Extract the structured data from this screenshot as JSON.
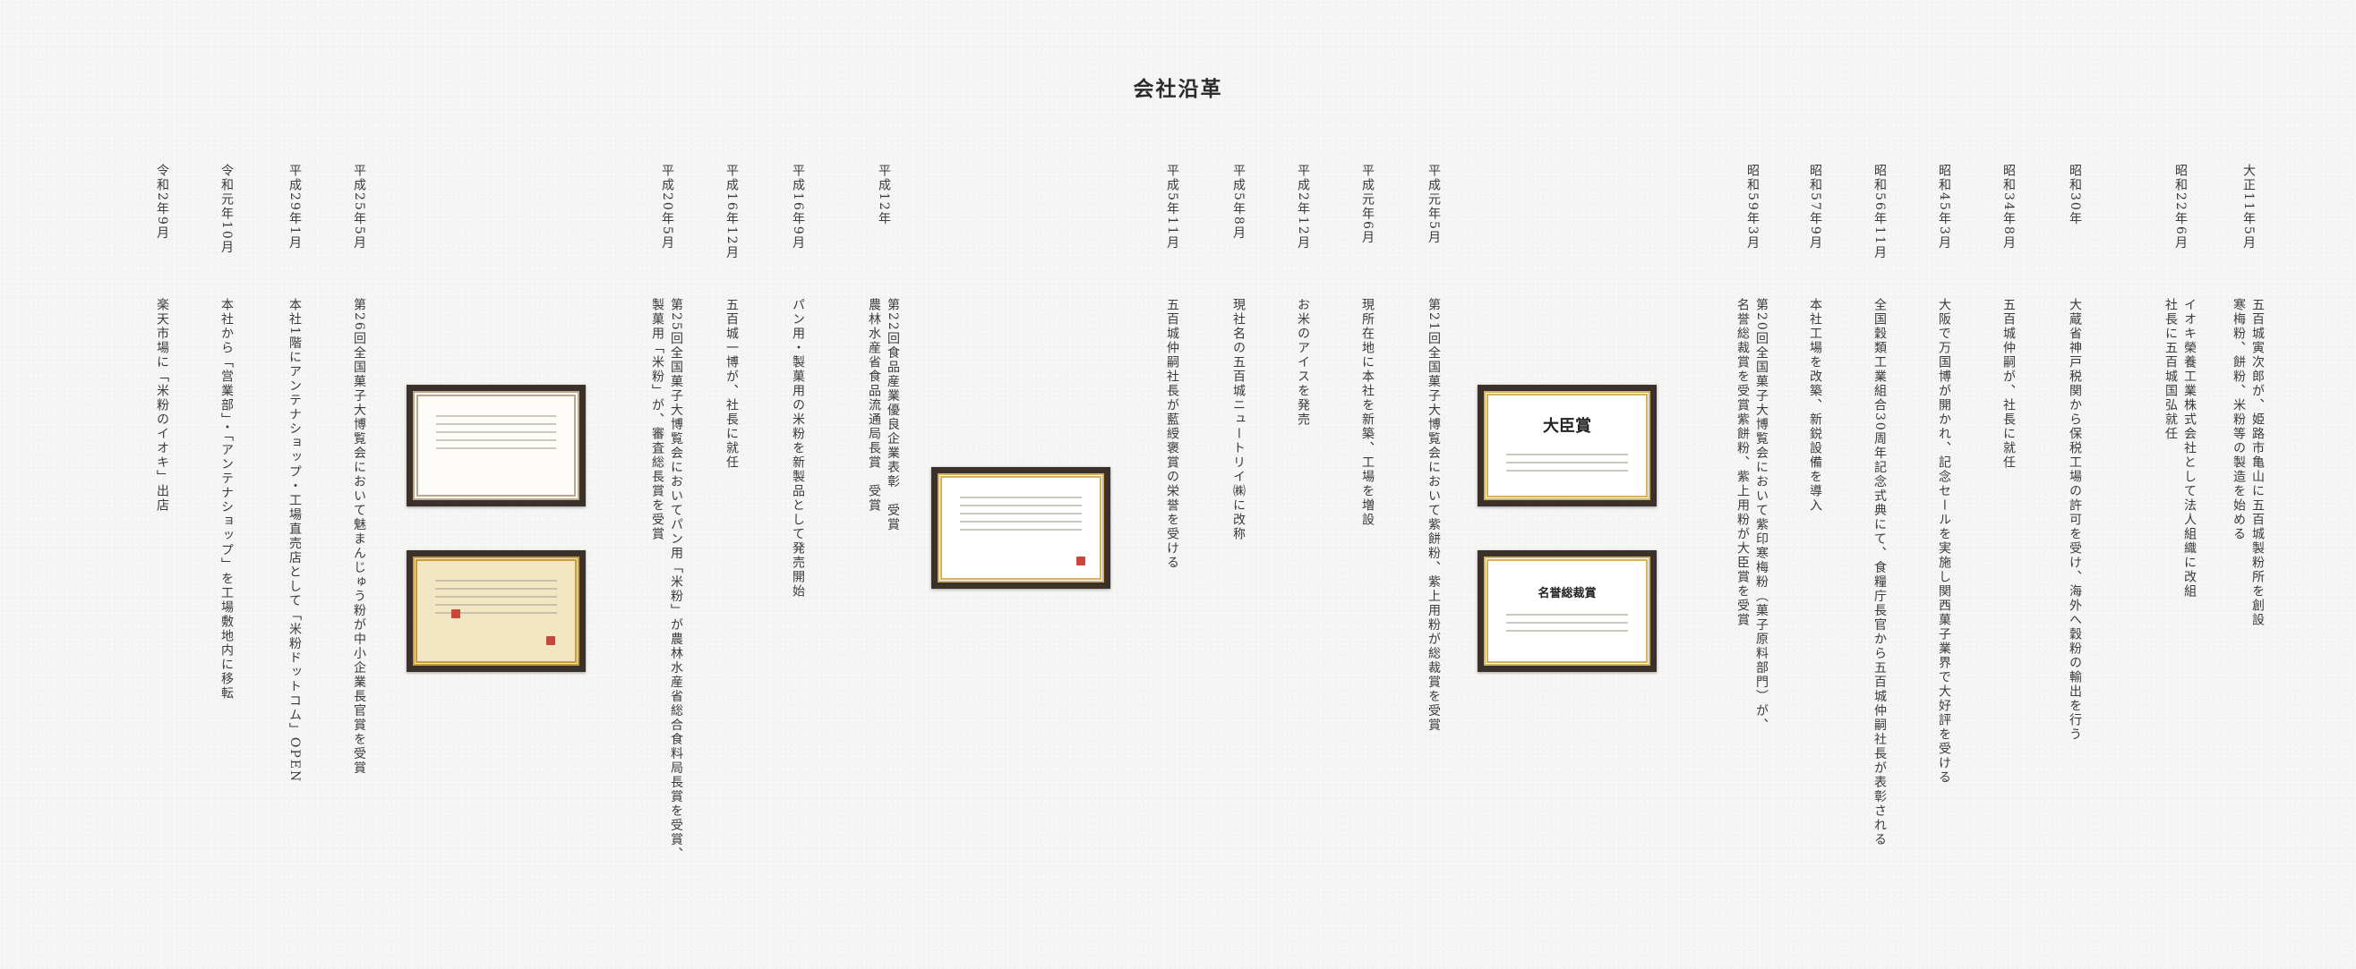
{
  "page": {
    "title": "会社沿革"
  },
  "timeline": [
    {
      "date": "大正11年5月",
      "text": [
        "五百城寅次郎が、姫路市亀山に五百城製粉所を創設",
        "寒梅粉、餅粉、米粉等の製造を始める"
      ]
    },
    {
      "date": "昭和22年6月",
      "text": [
        "イオキ榮養工業株式会社として法人組織に改組",
        "社長に五百城国弘就任"
      ]
    },
    {
      "date": "昭和30年",
      "text": [
        "大蔵省神戸税関から保税工場の許可を受け、海外へ穀粉の輸出を行う"
      ]
    },
    {
      "date": "昭和34年8月",
      "text": [
        "五百城仲嗣が、社長に就任"
      ]
    },
    {
      "date": "昭和45年3月",
      "text": [
        "大阪で万国博が開かれ、記念セールを実施し関西菓子業界で大好評を受ける"
      ]
    },
    {
      "date": "昭和56年11月",
      "text": [
        "全国穀類工業組合30周年記念式典にて、食糧庁長官から五百城仲嗣社長が表彰される"
      ]
    },
    {
      "date": "昭和57年9月",
      "text": [
        "本社工場を改築、新鋭設備を導入"
      ]
    },
    {
      "date": "昭和59年3月",
      "text": [
        "第20回全国菓子大博覧会において紫印寒梅粉（菓子原料部門）が、",
        "名誉総裁賞を受賞紫餅粉、紫上用粉が大臣賞を受賞"
      ]
    },
    {
      "date": "平成元年5月",
      "text": [
        "第21回全国菓子大博覧会において紫餅粉、紫上用粉が総裁賞を受賞"
      ]
    },
    {
      "date": "平成元年6月",
      "text": [
        "現所在地に本社を新築、工場を増設"
      ]
    },
    {
      "date": "平成2年12月",
      "text": [
        "お米のアイスを発売"
      ]
    },
    {
      "date": "平成5年8月",
      "text": [
        "現社名の五百城ニュートリイ㈱に改称"
      ]
    },
    {
      "date": "平成5年11月",
      "text": [
        "五百城仲嗣社長が藍綬褒賞の栄誉を受ける"
      ]
    },
    {
      "date": "平成12年",
      "text": [
        "第22回食品産業優良企業表彰　受賞",
        "農林水産省食品流通局長賞　受賞"
      ]
    },
    {
      "date": "平成16年9月",
      "text": [
        "パン用・製菓用の米粉を新製品として発売開始"
      ]
    },
    {
      "date": "平成16年12月",
      "text": [
        "五百城一博が、社長に就任"
      ]
    },
    {
      "date": "平成20年5月",
      "text": [
        "第25回全国菓子大博覧会においてパン用「米粉」が農林水産省総合食料局長賞を受賞、",
        "製菓用「米粉」が、審査総長賞を受賞"
      ]
    },
    {
      "date": "平成25年5月",
      "text": [
        "第26回全国菓子大博覧会において魅まんじゅう粉が中小企業長官賞を受賞"
      ]
    },
    {
      "date": "平成29年1月",
      "text": [
        "本社1階にアンテナショップ・工場直売店として「米粉ドットコム」OPEN"
      ]
    },
    {
      "date": "令和元年10月",
      "text": [
        "本社から「営業部」・「アンテナショップ」を工場敷地内に移転"
      ]
    },
    {
      "date": "令和2年9月",
      "text": [
        "楽天市場に「米粉のイオキ」出店"
      ]
    }
  ],
  "certificates": [
    {
      "name": "daijin-award",
      "heading": "大臣賞"
    },
    {
      "name": "meiyo-award",
      "heading": "名誉総裁賞"
    },
    {
      "name": "center-award",
      "heading": ""
    },
    {
      "name": "left-top-award",
      "heading": ""
    },
    {
      "name": "left-bottom-award",
      "heading": ""
    }
  ]
}
